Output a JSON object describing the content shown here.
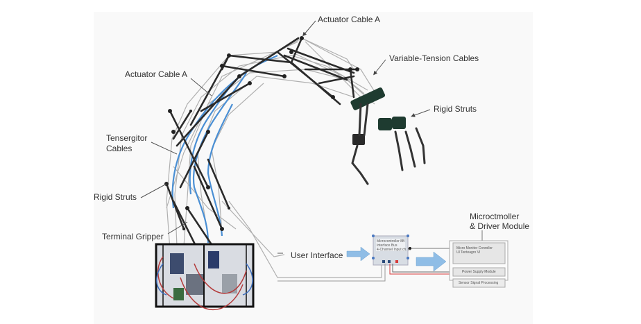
{
  "figure": {
    "title": "Tensegrity Robotic Arm System",
    "labels": {
      "actuator_cable_top": "Actuator Cable A",
      "variable_tension": "Variable-Tension Cables",
      "rigid_struts_right": "Rigid Struts",
      "actuator_cable_left": "Actuator Cable A",
      "tensergitor_line1": "Tensergitor",
      "tensergitor_line2": "Cables",
      "rigid_struts_left": "Rigid Struts",
      "terminal_gripper": "Terminal Gripper",
      "user_interface": "User Interface",
      "module_title_line1": "Microctmoller",
      "module_title_line2": "& Driver Module"
    },
    "interface_box": {
      "line1": "Microcontroller 8B",
      "line2": "Interface Bus",
      "line3": "4-Channel Input ch. IV"
    },
    "driver_module": {
      "controller_line1": "Micro Monitor Conroller",
      "controller_line2": "Ul Tenteagro VI",
      "power_supply": "Power Supply Module",
      "sensor": "Sensor Signal Processing"
    },
    "colors": {
      "strut": "#2b2b2b",
      "cable": "#a9a9a9",
      "actuator_cable": "#4a8fd4",
      "arrow_fill": "#8fbde6",
      "power_wire": "#e05050",
      "joint_green": "#1e3b30"
    }
  }
}
